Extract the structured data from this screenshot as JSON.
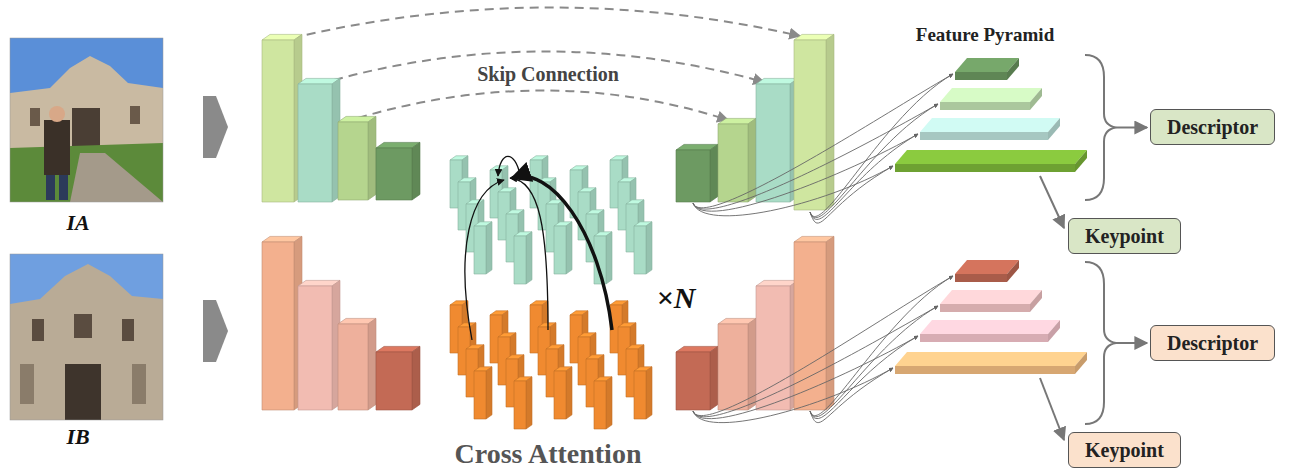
{
  "diagram": {
    "nodes": [
      {
        "text": [
          "Descriptor"
        ]
      },
      {
        "text": [
          "Keypoint"
        ]
      },
      {
        "text": [
          "Descriptor"
        ]
      },
      {
        "text": [
          "Keypoint"
        ]
      }
    ],
    "labels": [
      "IA",
      "IB",
      "Skip Connection",
      "×N",
      "Cross Attention",
      "Feature Pyramid"
    ]
  }
}
